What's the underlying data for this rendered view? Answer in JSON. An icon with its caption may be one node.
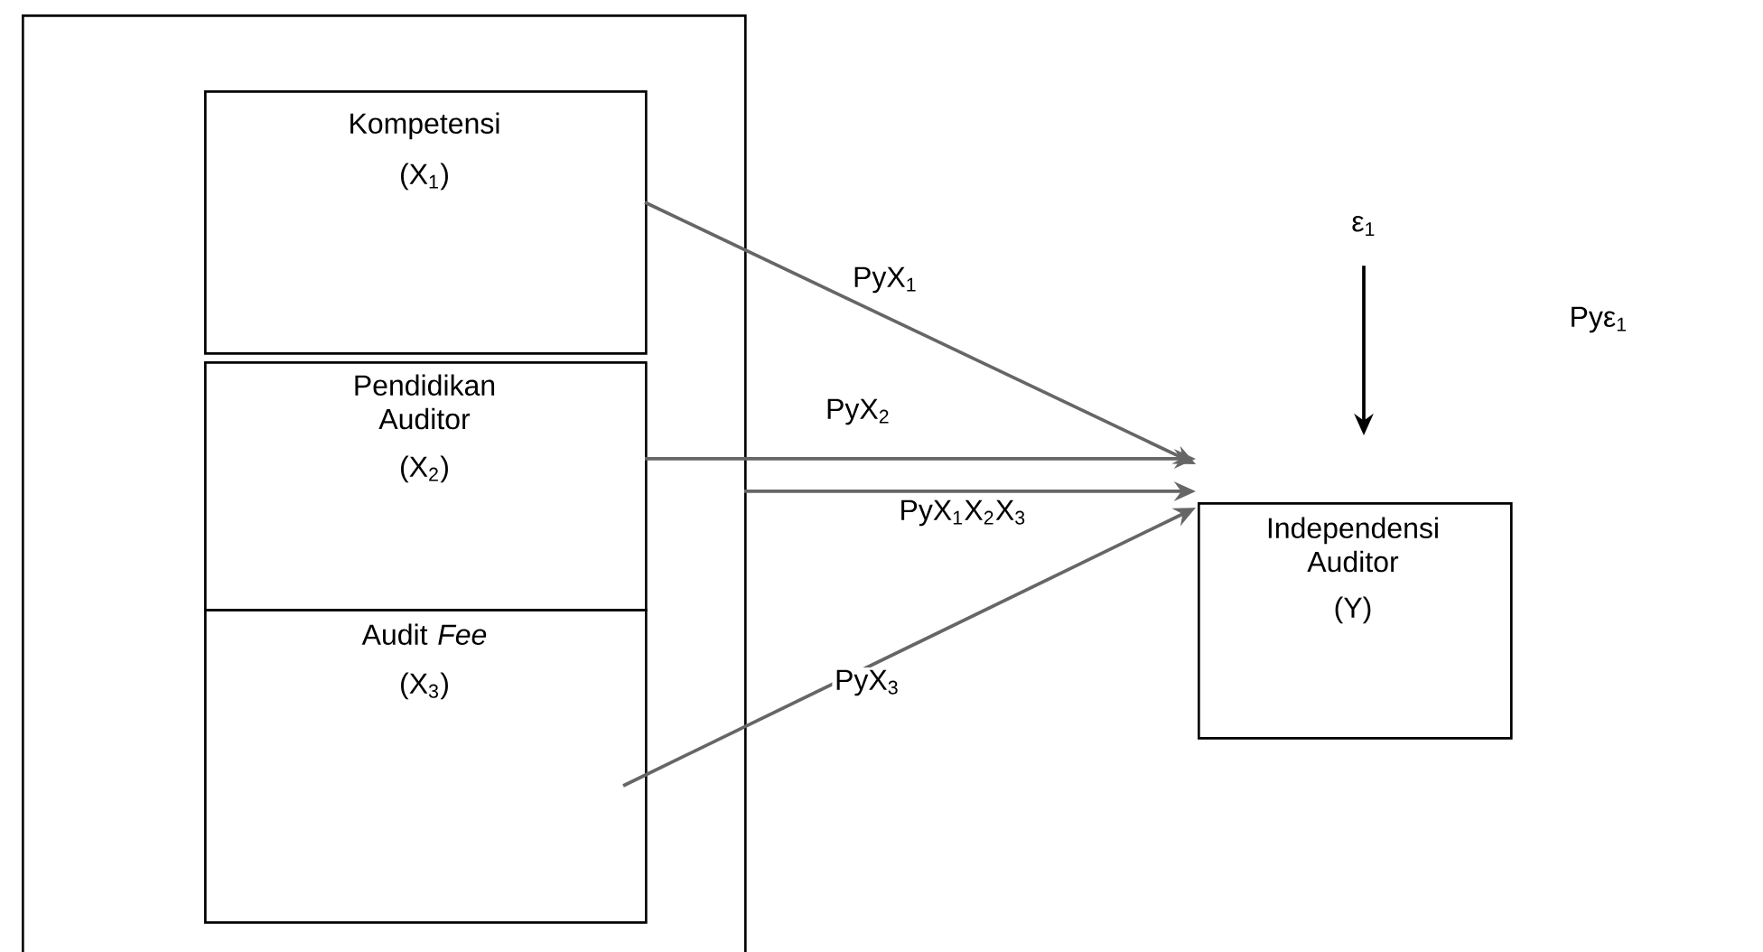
{
  "diagram": {
    "nodes": [
      {
        "text": [],
        "shape": "box"
      },
      {
        "text": [
          "Kompetensi",
          "(X$_{1}$)"
        ],
        "in": 0
      },
      {
        "text": [
          "Pendidikan Auditor",
          "(X$_{2}$)"
        ],
        "in": 0
      },
      {
        "text": [
          "Audit *Fee*",
          "(X$_{3}$)"
        ],
        "in": 0
      },
      {
        "text": [
          "Independensi Auditor",
          "(Y)"
        ]
      },
      {
        "text": [
          "ε$_{1}$"
        ]
      }
    ],
    "edges": [
      {
        "from": 1,
        "to": 4,
        "arrow": "to",
        "label": "PyX$_{1}$"
      },
      {
        "from": 2,
        "to": 4,
        "arrow": "to",
        "label": "PyX$_{2}$"
      },
      {
        "from": 0,
        "to": 4,
        "arrow": "to",
        "label": "PyX$_{1}$X$_{2}$X$_{3}$"
      },
      {
        "from": 3,
        "to": 4,
        "arrow": "to",
        "label": "PyX$_{3}$"
      },
      {
        "from": 5,
        "to": 4,
        "arrow": "to",
        "color": "#000000"
      }
    ],
    "labels": [
      "Pyε$_{1}$"
    ]
  }
}
